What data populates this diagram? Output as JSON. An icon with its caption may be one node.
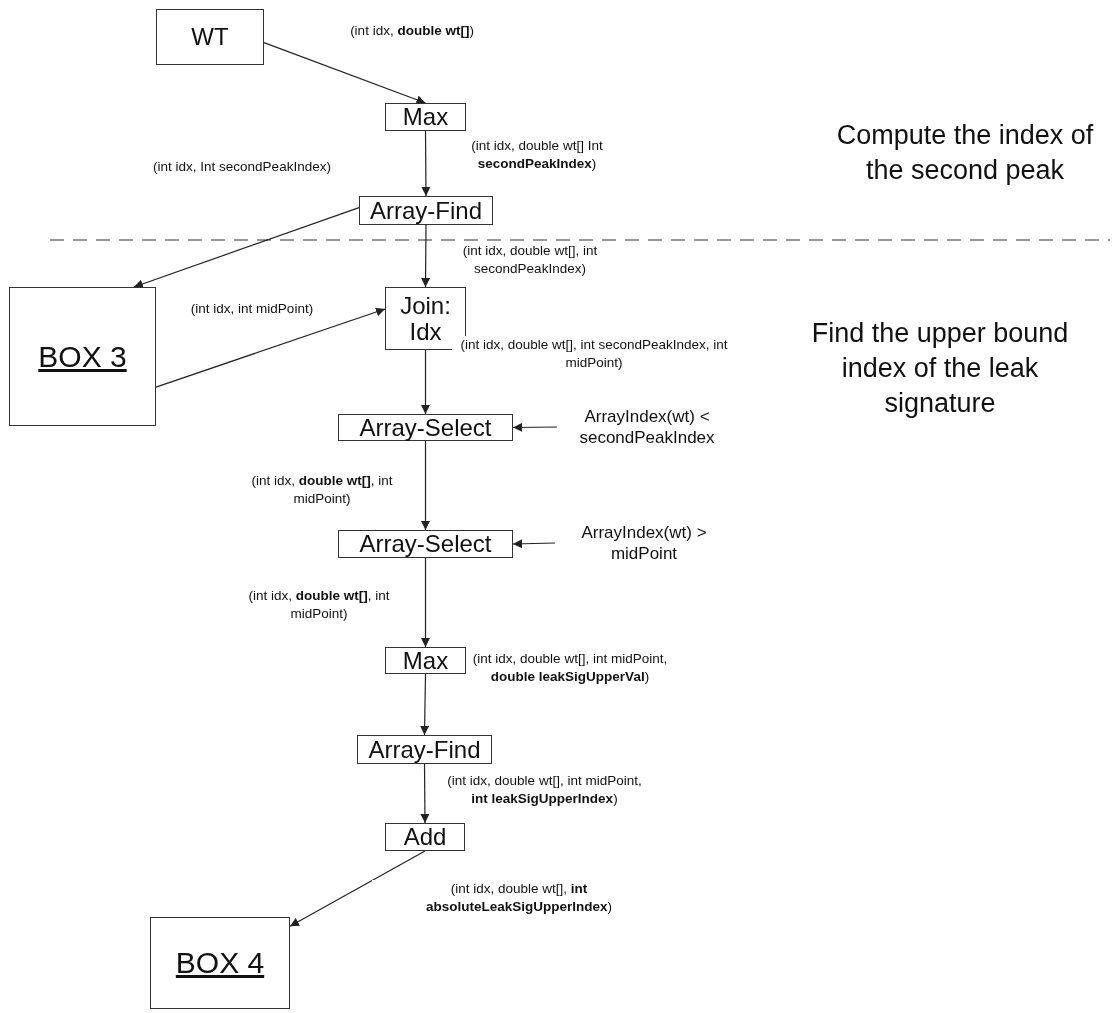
{
  "diagram": {
    "nodes": [
      {
        "text": [
          "WT"
        ]
      },
      {
        "text": [
          "Max"
        ]
      },
      {
        "text": [
          "Array-Find"
        ]
      },
      {
        "text": [
          "BOX 3"
        ]
      },
      {
        "text": [
          "Join: Idx"
        ]
      },
      {
        "text": [
          "Array-Select"
        ]
      },
      {
        "text": [
          "Array-Select"
        ]
      },
      {
        "text": [
          "Max"
        ]
      },
      {
        "text": [
          "Array-Find"
        ]
      },
      {
        "text": [
          "Add"
        ]
      },
      {
        "text": [
          "BOX 4"
        ]
      },
      {
        "text": [
          "ArrayIndex(wt) < secondPeakIndex"
        ]
      },
      {
        "text": [
          "ArrayIndex(wt) > midPoint"
        ]
      }
    ],
    "edges": [
      {
        "from": 0,
        "to": 1,
        "arrow": "to",
        "label": "(int idx, **double wt[]**)"
      },
      {
        "from": 1,
        "to": 2,
        "arrow": "to",
        "label": "(int idx, double wt[] Int **secondPeakIndex**)"
      },
      {
        "from": 2,
        "to": 3,
        "arrow": "to",
        "label": "(int idx, Int secondPeakIndex)"
      },
      {
        "from": 2,
        "to": 4,
        "arrow": "to",
        "label": "(int idx, double wt[], int secondPeakIndex)"
      },
      {
        "from": 3,
        "to": 4,
        "arrow": "to",
        "label": "(int idx, int midPoint)"
      },
      {
        "from": 4,
        "to": 5,
        "arrow": "to",
        "label": "(int idx, double wt[], int secondPeakIndex, int midPoint)"
      },
      {
        "from": 11,
        "to": 5,
        "arrow": "to"
      },
      {
        "from": 5,
        "to": 6,
        "arrow": "to",
        "label": "(int idx, **double wt[]**, int midPoint)"
      },
      {
        "from": 12,
        "to": 6,
        "arrow": "to"
      },
      {
        "from": 6,
        "to": 7,
        "arrow": "to",
        "label": "(int idx, **double wt[]**, int midPoint)"
      },
      {
        "from": 7,
        "to": 8,
        "arrow": "to",
        "label": "(int idx, double wt[], int midPoint, **double leakSigUpperVal**)"
      },
      {
        "from": 8,
        "to": 9,
        "arrow": "to",
        "label": "(int idx, double wt[], int midPoint, **int leakSigUpperIndex**)"
      },
      {
        "from": 9,
        "to": 10,
        "arrow": "to",
        "label": "(int idx, double wt[], **int absoluteLeakSigUpperIndex**)"
      }
    ],
    "labels": [
      "Compute the index of the second peak",
      "Find the upper bound index of the leak signature"
    ]
  }
}
